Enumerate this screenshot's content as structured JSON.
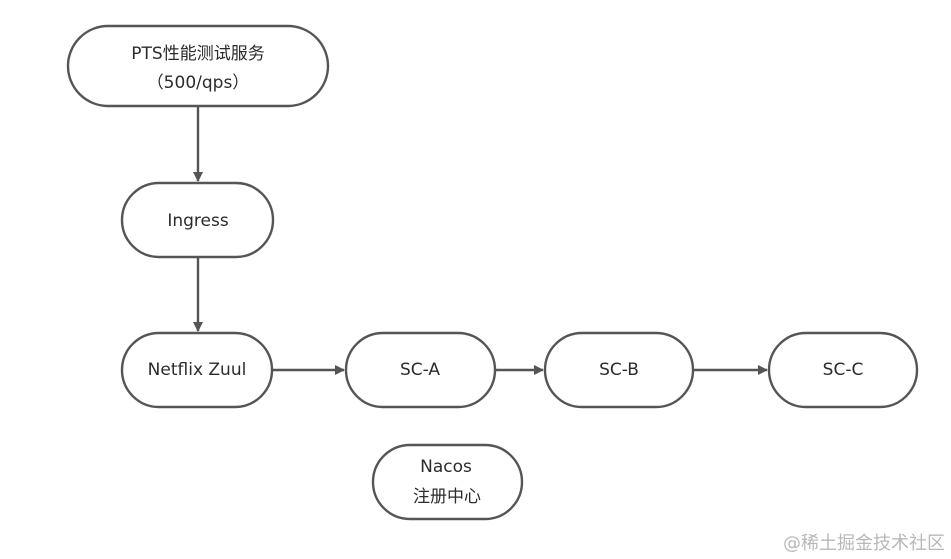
{
  "nodes": {
    "pts": {
      "line1": "PTS性能测试服务",
      "line2": "（500/qps）"
    },
    "ingress": {
      "label": "Ingress"
    },
    "zuul": {
      "label": "Netflix Zuul"
    },
    "sc_a": {
      "label": "SC-A"
    },
    "sc_b": {
      "label": "SC-B"
    },
    "sc_c": {
      "label": "SC-C"
    },
    "nacos": {
      "line1": "Nacos",
      "line2": "注册中心"
    }
  },
  "edges": [
    {
      "from": "pts",
      "to": "ingress"
    },
    {
      "from": "ingress",
      "to": "zuul"
    },
    {
      "from": "zuul",
      "to": "sc_a"
    },
    {
      "from": "sc_a",
      "to": "sc_b"
    },
    {
      "from": "sc_b",
      "to": "sc_c"
    }
  ],
  "watermark": "@稀土掘金技术社区",
  "colors": {
    "stroke": "#555555",
    "text": "#2b2b2b",
    "watermark": "#b8b8b8"
  }
}
